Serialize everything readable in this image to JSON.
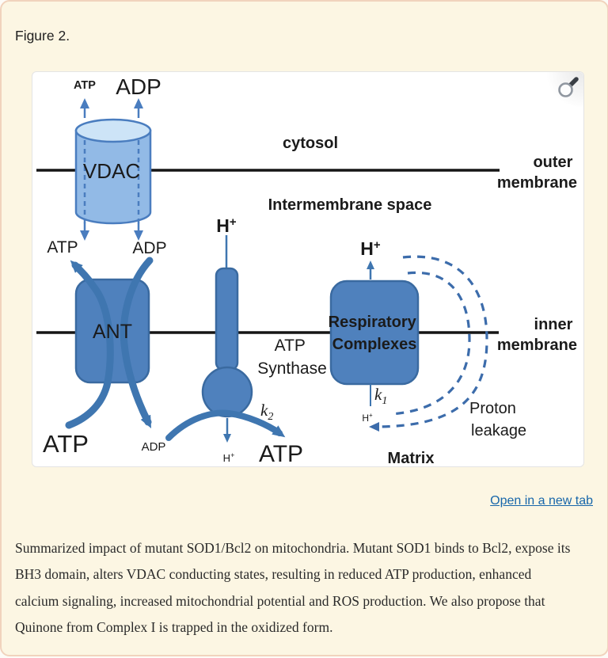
{
  "figure": {
    "label": "Figure 2."
  },
  "actions": {
    "open_link": "Open in a new tab"
  },
  "caption": {
    "lines": [
      "Summarized impact of mutant SOD1/Bcl2 on mitochondria. Mutant SOD1 binds to Bcl2, expose its",
      "BH3 domain, alters VDAC conducting states, resulting in reduced ATP production, enhanced",
      "calcium signaling, increased mitochondrial potential and ROS production. We also propose that",
      "Quinone from Complex I is trapped in the oxidized form."
    ]
  },
  "diagram": {
    "regions": {
      "cytosol": "cytosol",
      "intermembrane": "Intermembrane space",
      "matrix": "Matrix"
    },
    "membranes": {
      "outer_line1": "outer",
      "outer_line2": "membrane",
      "inner_line1": "inner",
      "inner_line2": "membrane"
    },
    "proteins": {
      "vdac": "VDAC",
      "ant": "ANT",
      "synthase_line1": "ATP",
      "synthase_line2": "Synthase",
      "respiratory_line1": "Respiratory",
      "respiratory_line2": "Complexes"
    },
    "molecules": {
      "atp_top_small": "ATP",
      "adp_top_large": "ADP",
      "atp_ims": "ATP",
      "adp_ims": "ADP",
      "atp_matrix_left": "ATP",
      "adp_matrix_small": "ADP",
      "atp_matrix_large": "ATP"
    },
    "ions": {
      "H": "H",
      "plus": "+"
    },
    "rates": {
      "k": "k",
      "sub1": "1",
      "sub2": "2"
    },
    "annotations": {
      "proton_leakage_line1": "Proton",
      "proton_leakage_line2": "leakage"
    },
    "colors": {
      "card_background": "#fcf6e3",
      "card_border": "#f1d3bd",
      "panel_background": "#ffffff",
      "shape_blue": "#4f81bd",
      "shape_border": "#3a6aa0",
      "arrow_blue": "#3f76b0",
      "vdac_body": "#92bae6",
      "vdac_top": "#cde4f7",
      "vdac_border": "#4a7dbf",
      "dashed_arc": "#3c6cab",
      "membrane_line": "#151515",
      "link_blue": "#1766aa"
    }
  }
}
